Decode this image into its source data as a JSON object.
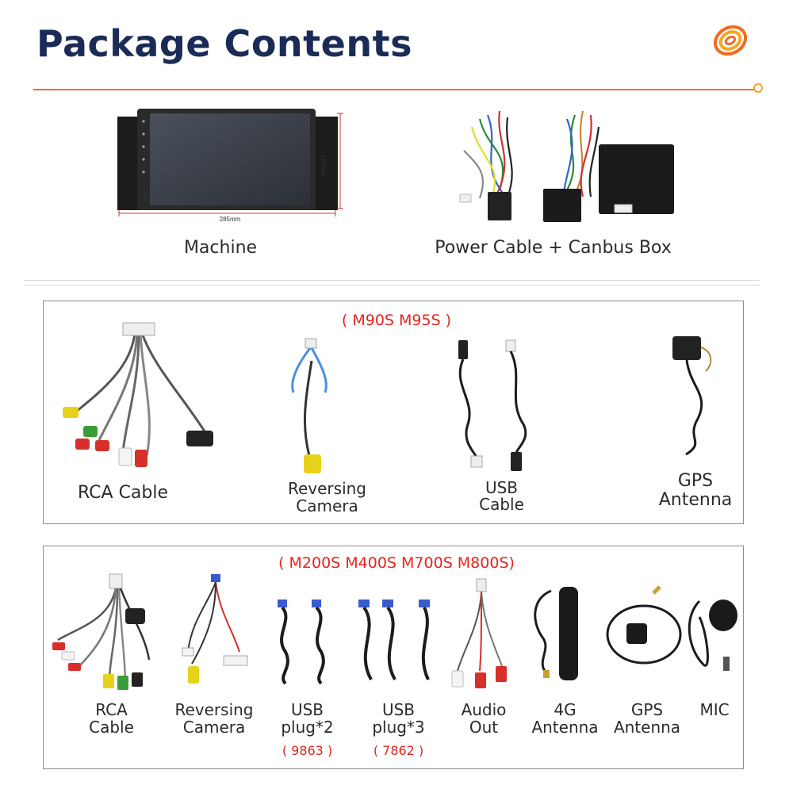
{
  "header": {
    "title": "Package Contents"
  },
  "top_items": [
    {
      "caption": "Machine",
      "dim_width": "285mm",
      "dim_height": "127mm"
    },
    {
      "caption": "Power Cable + Canbus Box"
    }
  ],
  "group_1": {
    "models": "( M90S M95S )",
    "items": [
      {
        "caption": "RCA Cable"
      },
      {
        "caption_lines": [
          "Reversing",
          "Camera"
        ]
      },
      {
        "caption_lines": [
          "USB",
          "Cable"
        ]
      },
      {
        "caption_lines": [
          "GPS",
          "Antenna"
        ]
      }
    ]
  },
  "group_2": {
    "models": "( M200S M400S M700S M800S)",
    "items": [
      {
        "caption_lines": [
          "RCA",
          "Cable"
        ]
      },
      {
        "caption_lines": [
          "Reversing",
          "Camera"
        ]
      },
      {
        "caption_lines": [
          "USB",
          "plug*2"
        ],
        "code": "( 9863 )"
      },
      {
        "caption_lines": [
          "USB",
          "plug*3"
        ],
        "code": "( 7862 )"
      },
      {
        "caption_lines": [
          "Audio",
          "Out"
        ]
      },
      {
        "caption_lines": [
          "4G",
          "Antenna"
        ]
      },
      {
        "caption_lines": [
          "GPS",
          "Antenna"
        ]
      },
      {
        "caption_lines": [
          "MIC"
        ]
      }
    ]
  },
  "colors": {
    "title": "#1b2b57",
    "accent": "#f26a21",
    "model_text": "#e4241b"
  }
}
